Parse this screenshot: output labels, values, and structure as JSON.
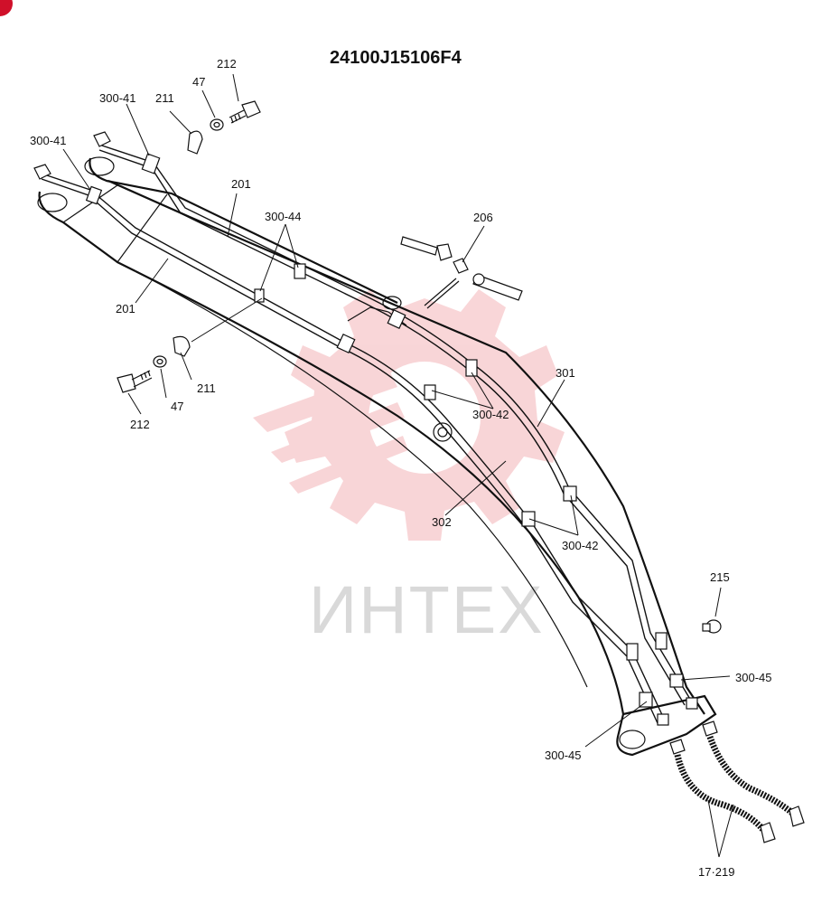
{
  "diagram": {
    "title": "24100J15106F4",
    "watermark": "ИНТЕХ",
    "callouts": {
      "c300_41_top": "300-41",
      "c211_top": "211",
      "c47_top": "47",
      "c212_top": "212",
      "c300_41_left": "300-41",
      "c201_top": "201",
      "c300_44": "300-44",
      "c206": "206",
      "c201_left": "201",
      "c212_bottom": "212",
      "c47_bottom": "47",
      "c211_bottom": "211",
      "c300_42_mid": "300-42",
      "c301": "301",
      "c302": "302",
      "c300_42_low": "300-42",
      "c215": "215",
      "c300_45_right": "300-45",
      "c300_45_left": "300-45",
      "c17_219": "17·219"
    },
    "colors": {
      "ink": "#111111",
      "watermark_red": "#f4b4b8",
      "watermark_gray": "#d9d9d9",
      "corner_badge": "#d0102a"
    }
  }
}
